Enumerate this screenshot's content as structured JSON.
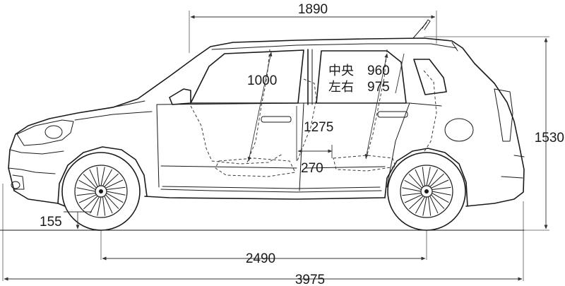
{
  "dimensions": {
    "overall_length": "3975",
    "wheelbase": "2490",
    "height": "1530",
    "width": "1890",
    "ground_clearance": "155",
    "front_headroom": "1000",
    "interior_height": "1275",
    "seat_spacing": "270"
  },
  "rear_headroom": {
    "center_label": "中央",
    "center_value": "960",
    "sides_label": "左右",
    "sides_value": "975"
  },
  "colors": {
    "line": "#1a1a1a",
    "background": "#ffffff"
  }
}
